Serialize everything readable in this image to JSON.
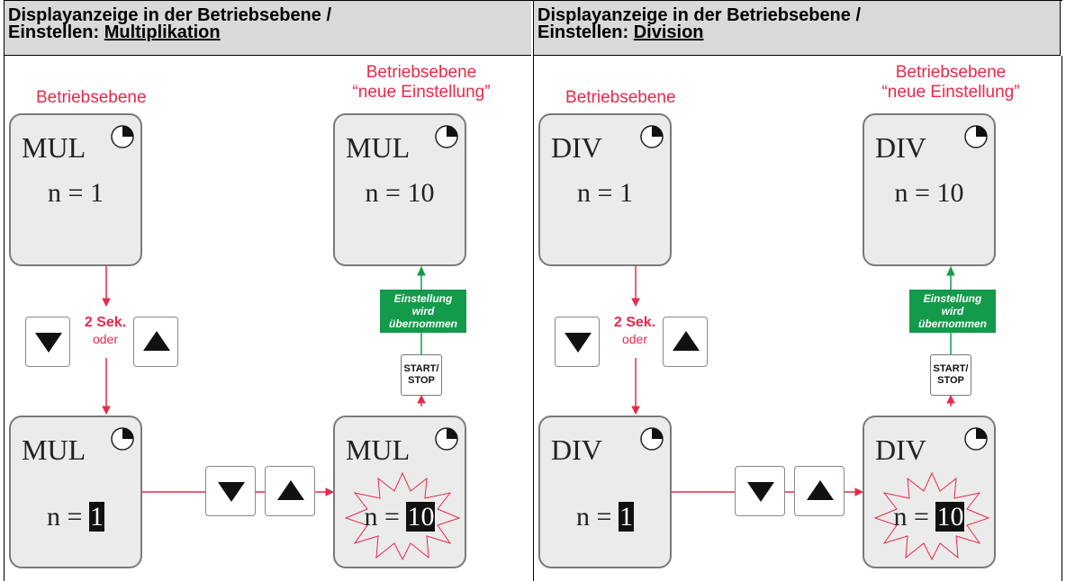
{
  "panels": [
    {
      "header_line1": "Displayanzeige in der Betriebsebene /",
      "header_line2_prefix": "Einstellen: ",
      "header_line2_underlined": "Multiplikation",
      "label_betriebsebene": "Betriebsebene",
      "label_neu_line1": "Betriebsebene",
      "label_neu_line2": "“neue Einstellung”",
      "display_top_left": {
        "mode": "MUL",
        "n_text": "n = 1"
      },
      "display_top_right": {
        "mode": "MUL",
        "n_text": "n = 10"
      },
      "display_bottom_left": {
        "mode": "MUL",
        "n_prefix": "n = ",
        "n_value": "1"
      },
      "display_bottom_right": {
        "mode": "MUL",
        "n_prefix": "n = ",
        "n_value": "10"
      },
      "sek_text": "2 Sek.",
      "oder_text": "oder",
      "green_line1": "Einstellung",
      "green_line2": "wird",
      "green_line3": "übernommen",
      "startstop_line1": "START/",
      "startstop_line2": "STOP"
    },
    {
      "header_line1": "Displayanzeige in der Betriebsebene /",
      "header_line2_prefix": "Einstellen: ",
      "header_line2_underlined": "Division",
      "label_betriebsebene": "Betriebsebene",
      "label_neu_line1": "Betriebsebene",
      "label_neu_line2": "“neue Einstellung”",
      "display_top_left": {
        "mode": "DIV",
        "n_text": "n = 1"
      },
      "display_top_right": {
        "mode": "DIV",
        "n_text": "n = 10"
      },
      "display_bottom_left": {
        "mode": "DIV",
        "n_prefix": "n = ",
        "n_value": "1"
      },
      "display_bottom_right": {
        "mode": "DIV",
        "n_prefix": "n = ",
        "n_value": "10"
      },
      "sek_text": "2 Sek.",
      "oder_text": "oder",
      "green_line1": "Einstellung",
      "green_line2": "wird",
      "green_line3": "übernommen",
      "startstop_line1": "START/",
      "startstop_line2": "STOP"
    }
  ],
  "colors": {
    "label_red": "#e8294a",
    "arrow_red": "#e8294a",
    "arrow_green": "#139a4a",
    "green_box": "#139a4a",
    "header_bg": "#d9d9d9"
  },
  "icons": {
    "down_button": "triangle-down-icon",
    "up_button": "triangle-up-icon",
    "clock": "clock-quarter-icon",
    "burst": "starburst-highlight-icon"
  }
}
